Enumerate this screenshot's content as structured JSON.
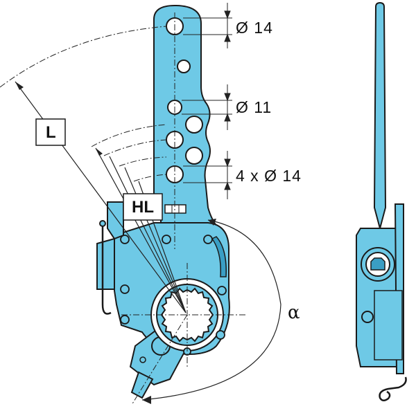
{
  "labels": {
    "hole_top": "Ø 14",
    "hole_mid": "Ø 11",
    "hole_group": "4 x Ø 14",
    "lever_length": "L",
    "hole_length": "HL",
    "angle": "α"
  },
  "colors": {
    "body": "#6ec9e6",
    "body_dark": "#3a9ec4",
    "outline": "#1a1a1a",
    "line": "#222222",
    "background": "#ffffff"
  }
}
